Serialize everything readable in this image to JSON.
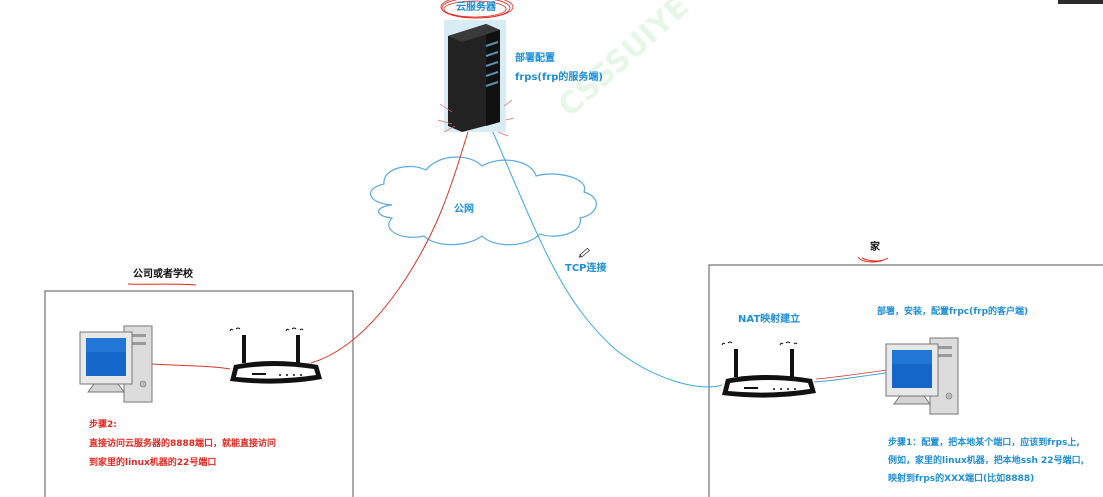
{
  "labels": {
    "cloud_server": "云服务器",
    "deploy_line1": "部署配置",
    "deploy_line2": "frps(frp的服务端)",
    "public_network": "公网",
    "tcp_connection": "TCP连接",
    "company_or_school": "公司或者学校",
    "home": "家",
    "nat_mapping": "NAT映射建立",
    "client_deploy": "部署，安装，配置frpc(frp的客户端)"
  },
  "step2": {
    "title": "步骤2:",
    "lines": [
      "直接访问云服务器的8888端口，就能直接访问",
      "到家里的linux机器的22号端口"
    ]
  },
  "step1": {
    "lines": [
      "步骤1：配置，把本地某个端口，应该到frps上,",
      "例如，家里的linux机器，把本地ssh 22号端口,",
      "映射到frps的XXX端口(比如8888)"
    ]
  },
  "colors": {
    "blue_text": "#1f8ed6",
    "red_text": "#e0281f",
    "red_line": "#d9362b",
    "blue_line": "#3fa7e0",
    "cloud_outline": "#5aa9e0"
  },
  "icons": [
    "server-icon",
    "cloud-icon",
    "router-icon",
    "desktop-computer-icon",
    "pencil-icon"
  ]
}
